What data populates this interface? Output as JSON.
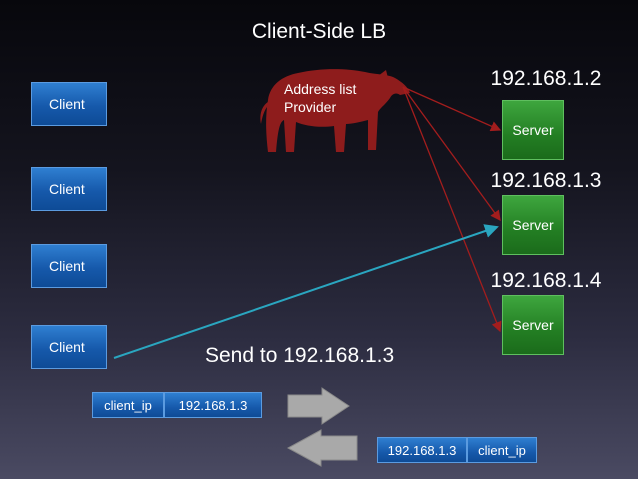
{
  "title": "Client-Side LB",
  "clients": [
    {
      "label": "Client"
    },
    {
      "label": "Client"
    },
    {
      "label": "Client"
    },
    {
      "label": "Client"
    }
  ],
  "provider": {
    "label_line1": "Address list",
    "label_line2": "Provider",
    "icon": "tapir-icon",
    "color": "#8e1c1c"
  },
  "servers": [
    {
      "ip": "192.168.1.2",
      "label": "Server"
    },
    {
      "ip": "192.168.1.3",
      "label": "Server"
    },
    {
      "ip": "192.168.1.4",
      "label": "Server"
    }
  ],
  "send_text": "Send to 192.168.1.3",
  "request_packet": {
    "src": "client_ip",
    "dst": "192.168.1.3"
  },
  "response_packet": {
    "src": "192.168.1.3",
    "dst": "client_ip"
  },
  "colors": {
    "client": "#1659ab",
    "server": "#237e23",
    "provider_arrow": "#a31d1d",
    "client_arrow": "#2aa6c0",
    "flow_arrow": "#a9a9a9"
  }
}
